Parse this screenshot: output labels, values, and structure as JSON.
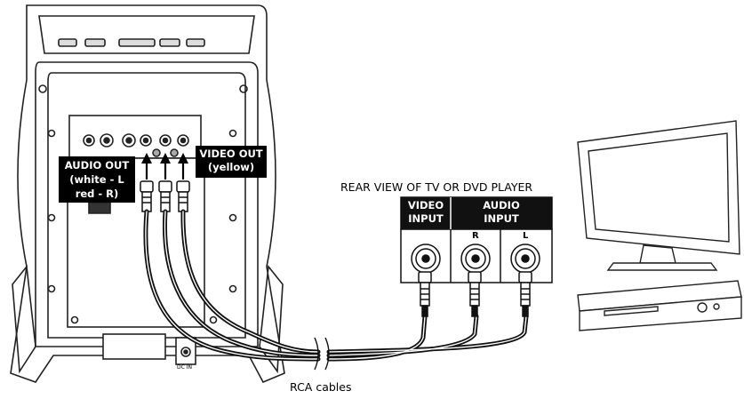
{
  "labels": {
    "audio_out": "AUDIO OUT\n(white - L\nred - R)",
    "video_out": "VIDEO OUT\n(yellow)",
    "rear_view": "REAR VIEW OF TV OR DVD PLAYER",
    "video_input": "VIDEO\nINPUT",
    "audio_input": "AUDIO\nINPUT",
    "jack_r": "R",
    "jack_l": "L",
    "rca_cables": "RCA cables",
    "dc_in": "DC IN"
  },
  "icons": {
    "device": "portable-device-rear-icon",
    "tv": "tv-monitor-icon",
    "dvd": "dvd-player-icon"
  }
}
